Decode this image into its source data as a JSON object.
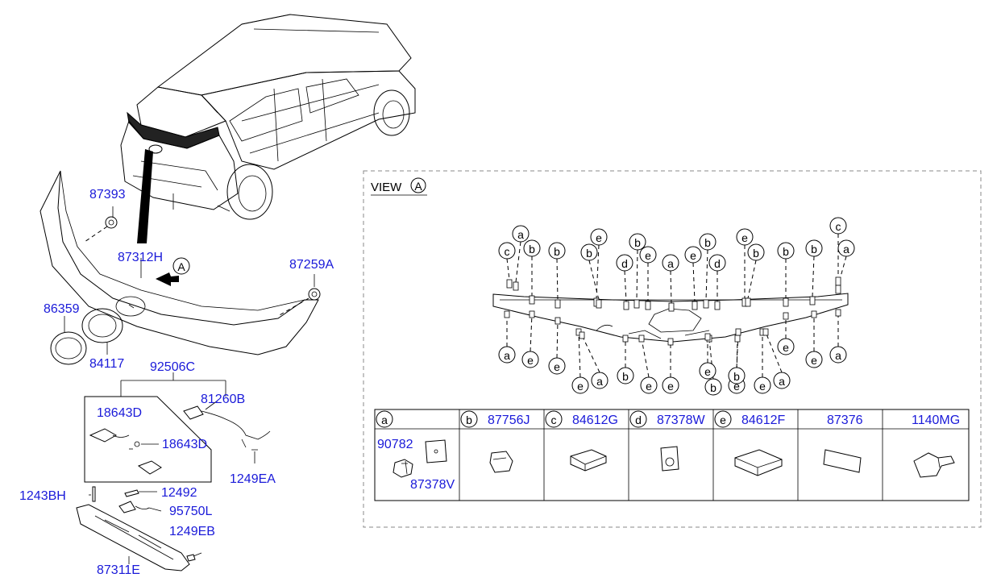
{
  "left_labels": {
    "p87393": "87393",
    "p87312H": "87312H",
    "p87259A": "87259A",
    "p86359": "86359",
    "p84117": "84117",
    "p92506C": "92506C",
    "p18643D_a": "18643D",
    "p18643D_b": "18643D",
    "p81260B": "81260B",
    "p1249EA": "1249EA",
    "p1243BH": "1243BH",
    "p12492": "12492",
    "p95750L": "95750L",
    "p1249EB": "1249EB",
    "p87311E": "87311E",
    "view_marker": "A"
  },
  "view": {
    "title": "VIEW",
    "marker": "A"
  },
  "callouts": {
    "top": [
      "c",
      "a",
      "b",
      "b",
      "e",
      "b",
      "b",
      "d",
      "e",
      "a",
      "e",
      "b",
      "d",
      "e",
      "b",
      "b",
      "b",
      "c",
      "a"
    ],
    "bottom": [
      "a",
      "e",
      "e",
      "e",
      "a",
      "b",
      "e",
      "e",
      "b",
      "e",
      "e",
      "b",
      "e",
      "a",
      "e",
      "e",
      "a"
    ]
  },
  "table": {
    "headers": [
      {
        "letter": "a",
        "part": ""
      },
      {
        "letter": "b",
        "part": "87756J"
      },
      {
        "letter": "c",
        "part": "84612G"
      },
      {
        "letter": "d",
        "part": "87378W"
      },
      {
        "letter": "e",
        "part": "84612F"
      },
      {
        "letter": "",
        "part": "87376"
      },
      {
        "letter": "",
        "part": "1140MG"
      }
    ],
    "cell_a_parts": [
      "90782",
      "87378V"
    ]
  }
}
